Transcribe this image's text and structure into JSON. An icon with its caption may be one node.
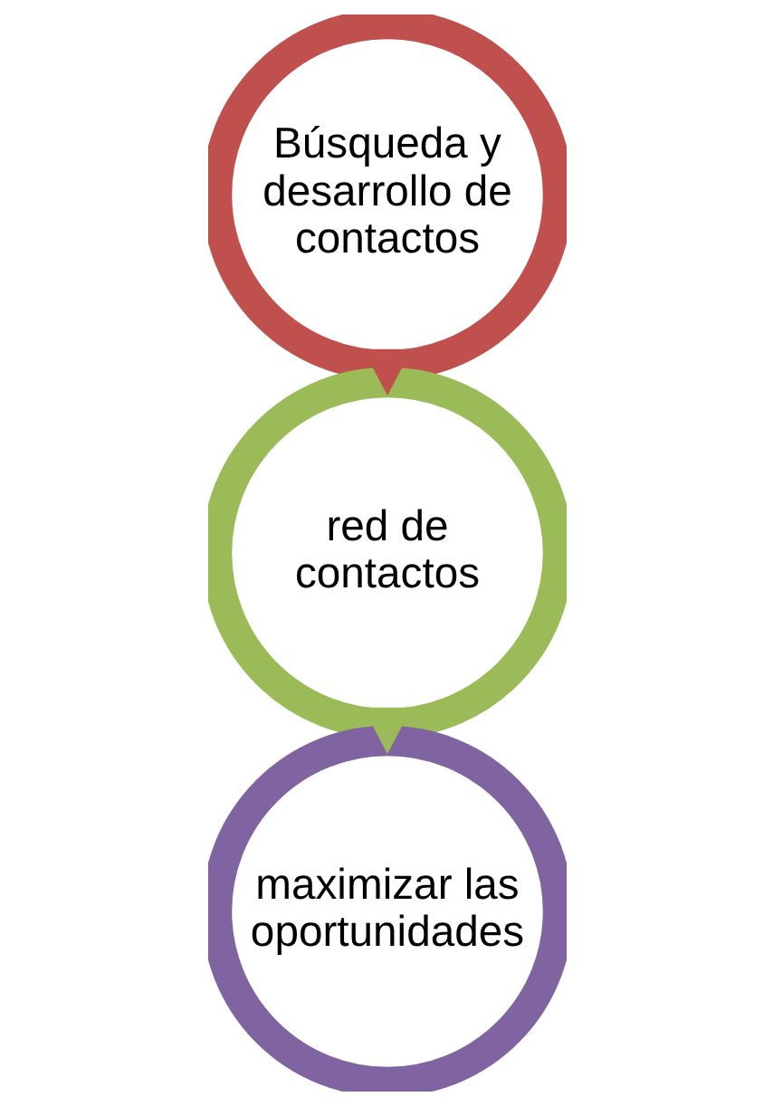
{
  "diagram": {
    "nodes": [
      {
        "text": [
          "Búsqueda y desarrollo de contactos"
        ]
      },
      {
        "text": [
          "red de contactos"
        ]
      },
      {
        "text": [
          "maximizar las oportunidades"
        ]
      }
    ],
    "edges": [
      {
        "from": 0,
        "to": 1,
        "arrow": "to",
        "color": "#c0504d"
      },
      {
        "from": 1,
        "to": 2,
        "arrow": "to",
        "color": "#9bbb59"
      }
    ]
  }
}
